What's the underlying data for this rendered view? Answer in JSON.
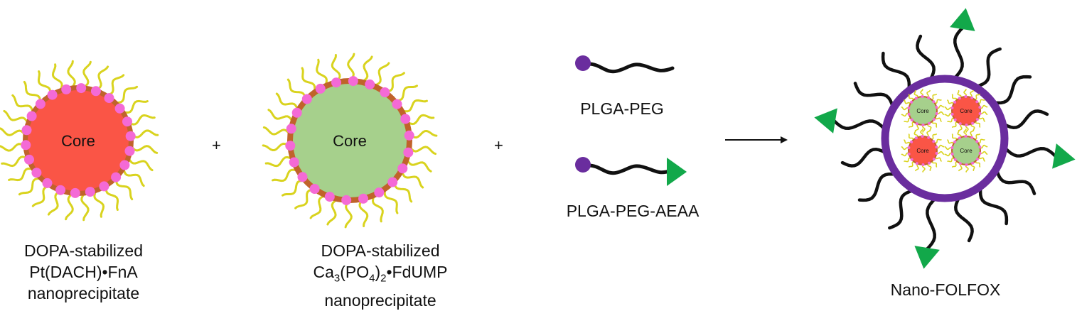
{
  "colors": {
    "red_core": "#fa5546",
    "green_core": "#a6d08c",
    "shell": "#c0632a",
    "dot": "#f46ad6",
    "ligand": "#d9d31e",
    "purple": "#6a2d9e",
    "teal_triangle": "#12a84a",
    "chain": "#111111"
  },
  "particle1": {
    "core_label": "Core",
    "caption": [
      "DOPA-stabilized",
      "Pt(DACH)•FnA",
      "nanoprecipitate"
    ]
  },
  "plus_1": "+",
  "particle2": {
    "core_label": "Core",
    "caption_line1": "DOPA-stabilized",
    "caption_line2": {
      "a": "Ca",
      "sub1": "3",
      "b": "(PO",
      "sub2": "4",
      "c": ")",
      "sub3": "2",
      "d": "•FdUMP"
    },
    "caption_line3": "nanoprecipitate"
  },
  "plus_2": "+",
  "polymers": {
    "plga_peg": "PLGA-PEG",
    "plga_peg_aeaa": "PLGA-PEG-AEAA"
  },
  "arrow": "→",
  "product": {
    "inner_core_labels": [
      "Core",
      "Core",
      "Core",
      "Core"
    ],
    "caption": "Nano-FOLFOX"
  }
}
